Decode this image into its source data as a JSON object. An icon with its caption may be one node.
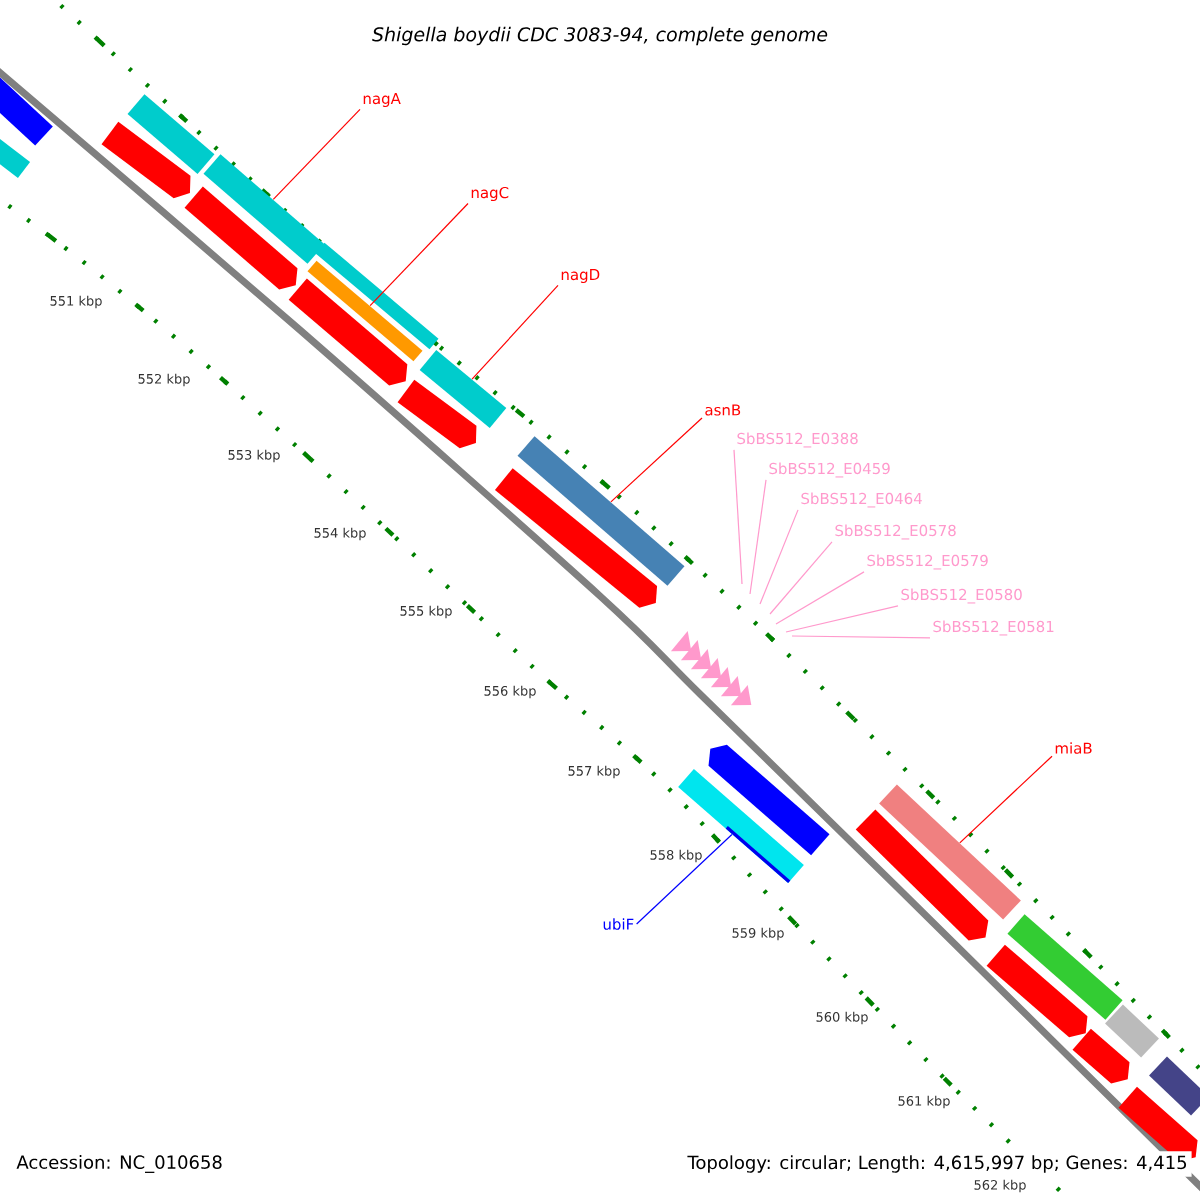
{
  "diagram": {
    "title": "Shigella boydii CDC 3083-94, complete genome",
    "nodes": [
      {
        "text": [
          "nagA"
        ]
      },
      {
        "text": [
          "nagC"
        ]
      },
      {
        "text": [
          "nagD"
        ]
      },
      {
        "text": [
          "asnB"
        ]
      },
      {
        "text": [
          "SbBS512_E0388"
        ]
      },
      {
        "text": [
          "SbBS512_E0459"
        ]
      },
      {
        "text": [
          "SbBS512_E0464"
        ]
      },
      {
        "text": [
          "SbBS512_E0578"
        ]
      },
      {
        "text": [
          "SbBS512_E0579"
        ]
      },
      {
        "text": [
          "SbBS512_E0580"
        ]
      },
      {
        "text": [
          "SbBS512_E0581"
        ]
      },
      {
        "text": [
          "miaB"
        ]
      },
      {
        "text": [
          "ubiF"
        ]
      },
      {
        "text": [],
        "shape": "bar"
      },
      {
        "text": [],
        "shape": "bar"
      },
      {
        "text": [],
        "shape": "arrow"
      },
      {
        "text": [],
        "shape": "bar"
      },
      {
        "text": [],
        "shape": "arrow"
      },
      {
        "text": [],
        "shape": "bar"
      },
      {
        "text": [],
        "shape": "arrow"
      },
      {
        "text": [],
        "shape": "bar"
      },
      {
        "text": [],
        "shape": "bar"
      },
      {
        "text": [],
        "shape": "arrow"
      },
      {
        "text": [],
        "shape": "bar"
      },
      {
        "text": [],
        "shape": "bar"
      },
      {
        "text": [],
        "shape": "arrow"
      },
      {
        "text": [],
        "shape": "triangle"
      },
      {
        "text": [],
        "shape": "triangle"
      },
      {
        "text": [],
        "shape": "triangle"
      },
      {
        "text": [],
        "shape": "triangle"
      },
      {
        "text": [],
        "shape": "triangle"
      },
      {
        "text": [],
        "shape": "triangle"
      },
      {
        "text": [],
        "shape": "triangle"
      },
      {
        "text": [],
        "shape": "arrow"
      },
      {
        "text": [],
        "shape": "bar"
      },
      {
        "text": [],
        "shape": "arrow"
      },
      {
        "text": [],
        "shape": "bar"
      },
      {
        "text": [],
        "shape": "bar"
      },
      {
        "text": [],
        "shape": "arrow"
      },
      {
        "text": [],
        "shape": "bar"
      },
      {
        "text": [],
        "shape": "arrow"
      },
      {
        "text": [],
        "shape": "bar"
      },
      {
        "text": [],
        "shape": "arrow"
      }
    ],
    "edges": [
      {
        "from": 0,
        "to": 18,
        "arrow": "none",
        "color": "#ff0000"
      },
      {
        "from": 1,
        "to": 21,
        "arrow": "none",
        "color": "#ff0000"
      },
      {
        "from": 2,
        "to": 23,
        "arrow": "none",
        "color": "#ff0000"
      },
      {
        "from": 3,
        "to": 24,
        "arrow": "none",
        "color": "#ff0000"
      },
      {
        "from": 4,
        "to": null,
        "arrow": "none",
        "color": "#ff99cc"
      },
      {
        "from": 5,
        "to": null,
        "arrow": "none",
        "color": "#ff99cc"
      },
      {
        "from": 6,
        "to": null,
        "arrow": "none",
        "color": "#ff99cc"
      },
      {
        "from": 7,
        "to": null,
        "arrow": "none",
        "color": "#ff99cc"
      },
      {
        "from": 8,
        "to": null,
        "arrow": "none",
        "color": "#ff99cc"
      },
      {
        "from": 9,
        "to": null,
        "arrow": "none",
        "color": "#ff99cc"
      },
      {
        "from": 10,
        "to": null,
        "arrow": "none",
        "color": "#ff99cc"
      },
      {
        "from": 11,
        "to": 36,
        "arrow": "none",
        "color": "#ff0000"
      },
      {
        "from": 12,
        "to": 34,
        "arrow": "none",
        "color": "#0000ff"
      }
    ],
    "labels": [
      "551 kbp",
      "552 kbp",
      "553 kbp",
      "554 kbp",
      "555 kbp",
      "556 kbp",
      "557 kbp",
      "558 kbp",
      "559 kbp",
      "560 kbp",
      "561 kbp",
      "562 kbp",
      "Accession: NC_010658",
      "Topology: circular; Length: 4,615,997 bp; Genes: 4,415"
    ]
  }
}
